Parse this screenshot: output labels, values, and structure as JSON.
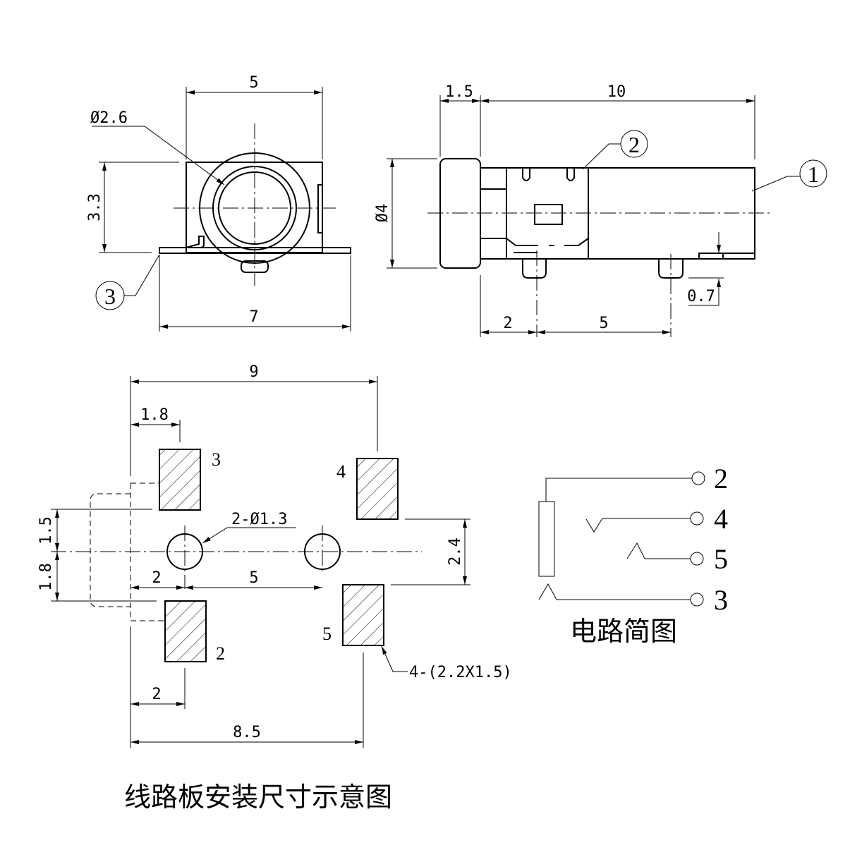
{
  "front_view": {
    "dim_width_top": "5",
    "dim_diameter": "Ø2.6",
    "dim_height": "3.3",
    "dim_width_bottom": "7",
    "callout": "3"
  },
  "side_view": {
    "dim_head": "1.5",
    "dim_length": "10",
    "dim_diameter": "Ø4",
    "dim_pin1": "2",
    "dim_pin2": "5",
    "dim_standoff": "0.7",
    "callout_body": "1",
    "callout_contact": "2"
  },
  "pcb_layout": {
    "dim_overall_top": "9",
    "dim_pad_offset": "1.8",
    "dim_hole_upper": "1.5",
    "dim_hole_lower": "1.8",
    "dim_hole_left": "2",
    "dim_hole_spacing": "5",
    "dim_pad_pitch": "2.4",
    "dim_bottom_left": "2",
    "dim_overall_bottom": "8.5",
    "hole_note": "2-Ø1.3",
    "pad_note": "4-(2.2X1.5)",
    "pad_labels": {
      "p3": "3",
      "p4": "4",
      "p2": "2",
      "p5": "5"
    },
    "caption": "线路板安装尺寸示意图"
  },
  "circuit": {
    "pins": [
      "2",
      "4",
      "5",
      "3"
    ],
    "caption": "电路简图"
  }
}
